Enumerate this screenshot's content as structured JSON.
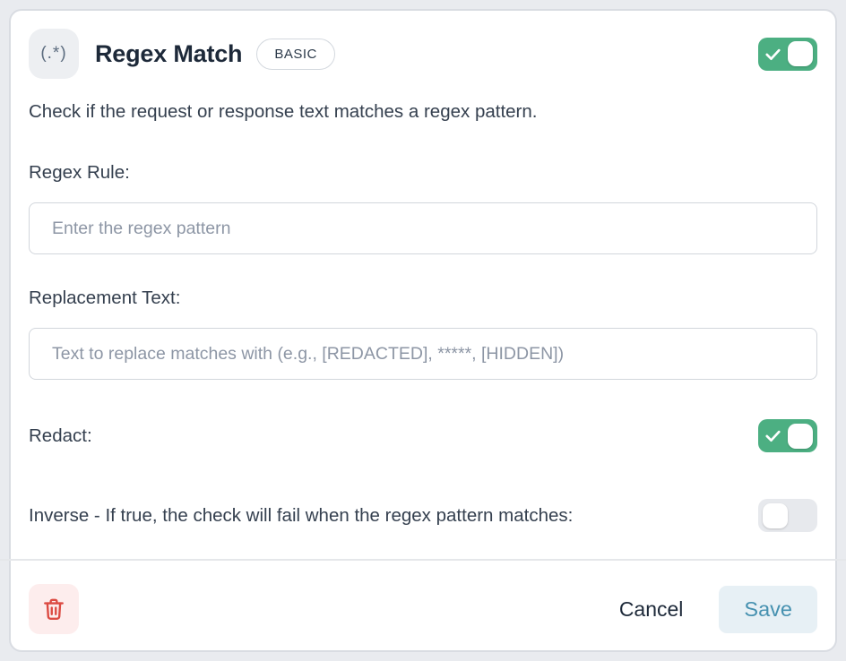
{
  "header": {
    "icon_text": "(.*)",
    "title": "Regex Match",
    "badge": "BASIC",
    "enabled_toggle": {
      "state": "on"
    }
  },
  "description": "Check if the request or response text matches a regex pattern.",
  "form": {
    "regex_rule": {
      "label": "Regex Rule:",
      "placeholder": "Enter the regex pattern",
      "value": ""
    },
    "replacement_text": {
      "label": "Replacement Text:",
      "placeholder": "Text to replace matches with (e.g., [REDACTED], *****, [HIDDEN])",
      "value": ""
    },
    "redact": {
      "label": "Redact:",
      "state": "on"
    },
    "inverse": {
      "label": "Inverse - If true, the check will fail when the regex pattern matches:",
      "state": "off"
    }
  },
  "footer": {
    "cancel_label": "Cancel",
    "save_label": "Save"
  },
  "colors": {
    "toggle_on": "#4caf82",
    "toggle_off": "#e7e9ed",
    "save_bg": "#e7f0f5",
    "save_text": "#4691b0",
    "delete_bg": "#fdeded",
    "delete_red": "#dc4a42"
  }
}
